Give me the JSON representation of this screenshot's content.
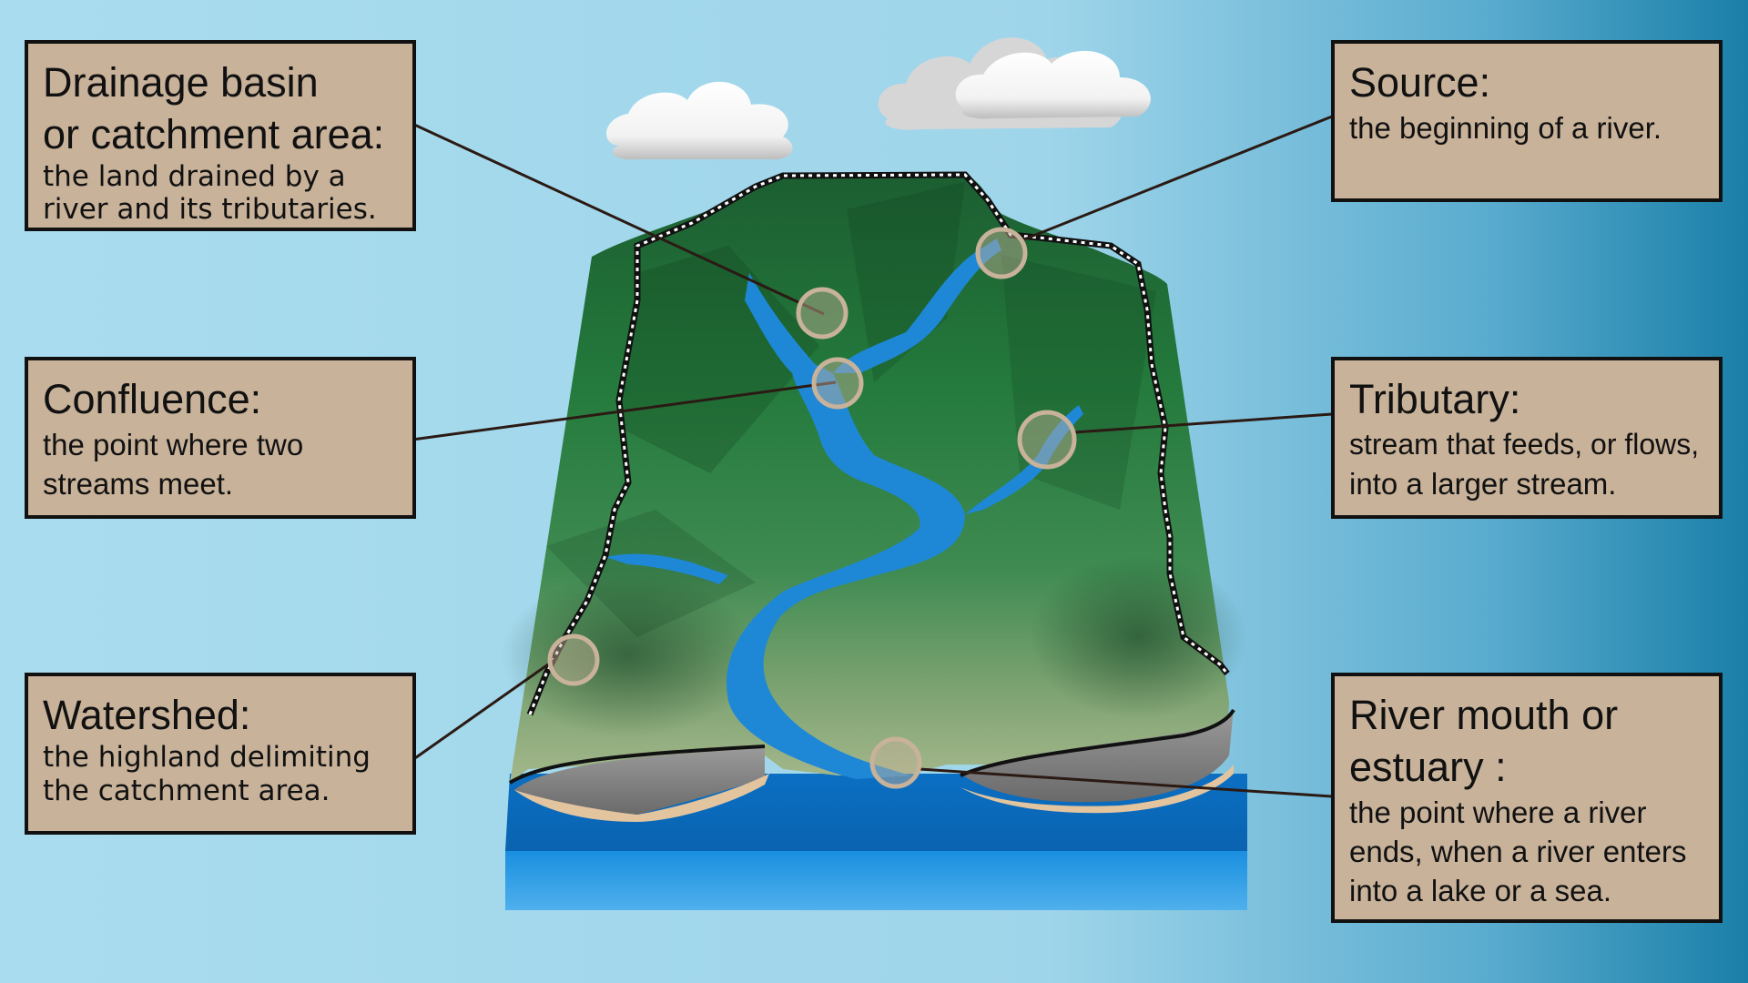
{
  "labels": {
    "drainage": {
      "title_line1": "Drainage basin",
      "title_line2": "or catchment area:",
      "desc_line1": "the land drained by a",
      "desc_line2": "river and its tributaries."
    },
    "confluence": {
      "title": "Confluence:",
      "desc_line1": "the point where two",
      "desc_line2": "streams meet."
    },
    "watershed": {
      "title": "Watershed:",
      "desc_line1": "the highland delimiting",
      "desc_line2": "the catchment area."
    },
    "source": {
      "title": "Source:",
      "desc_line1": "the beginning of a river."
    },
    "tributary": {
      "title": "Tributary:",
      "desc_line1": "stream that feeds, or flows,",
      "desc_line2": "into a larger stream."
    },
    "mouth": {
      "title_line1": "River mouth or",
      "title_line2": "estuary :",
      "desc_line1": "the point where a river",
      "desc_line2": "ends, when a river enters",
      "desc_line3": "into a lake or a sea."
    }
  },
  "colors": {
    "sky": "#a9dcee",
    "sky_edge": "#1a7fa8",
    "land_dark": "#1e6b34",
    "land_light": "#8fae7c",
    "river": "#1e88d6",
    "sea": "#0b6fc3",
    "label_bg": "#c8b29a",
    "marker": "#c8b29a"
  },
  "icons": {
    "cloud": "cloud-icon",
    "marker": "circle-marker-icon"
  }
}
